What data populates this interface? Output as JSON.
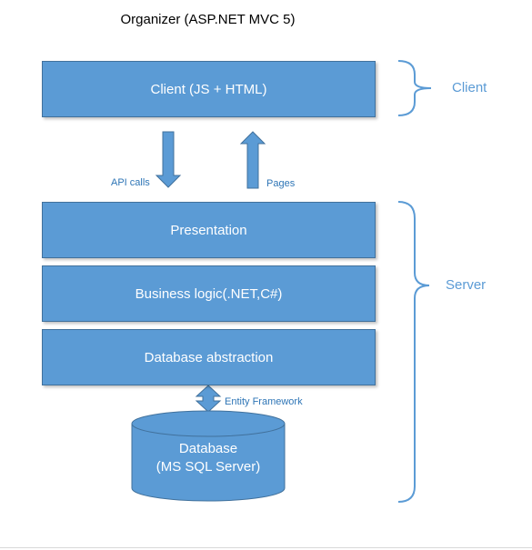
{
  "title": "Organizer (ASP.NET MVC 5)",
  "client_box": "Client (JS + HTML)",
  "arrows": {
    "down_label": "API calls",
    "up_label": "Pages",
    "db_label": "Entity Framework"
  },
  "server_layers": [
    "Presentation",
    "Business logic(.NET,C#)",
    "Database abstraction"
  ],
  "database": {
    "line1": "Database",
    "line2": "(MS SQL Server)"
  },
  "side_labels": {
    "client": "Client",
    "server": "Server"
  },
  "colors": {
    "box_fill": "#5b9bd5",
    "box_border": "#41719c",
    "label_text": "#2e75b6"
  }
}
